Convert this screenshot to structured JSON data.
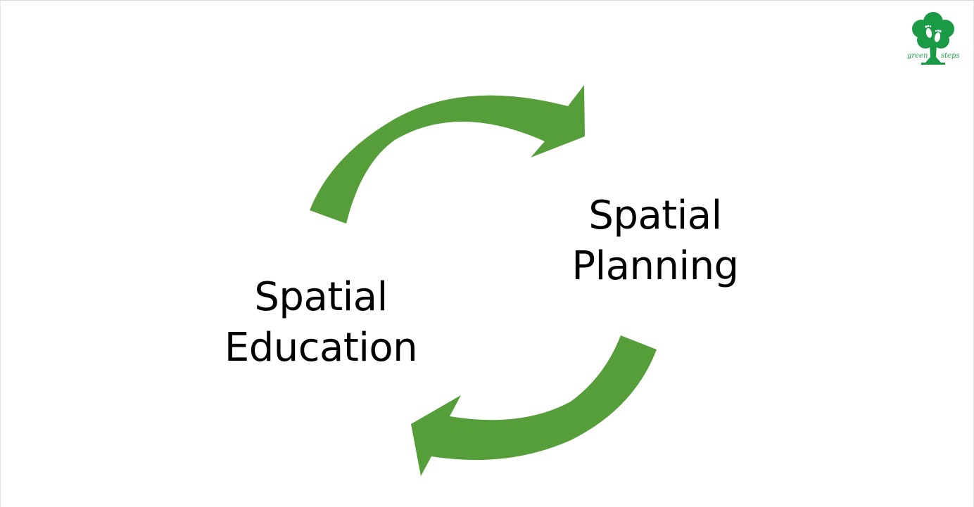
{
  "diagram": {
    "nodes": [
      {
        "id": "planning",
        "lines": [
          "Spatial",
          "Planning"
        ]
      },
      {
        "id": "education",
        "lines": [
          "Spatial",
          "Education"
        ]
      }
    ],
    "edges": [
      {
        "from": "education",
        "to": "planning"
      },
      {
        "from": "planning",
        "to": "education"
      }
    ],
    "arrow_color": "#559e3a"
  },
  "logo": {
    "text_left": "green",
    "text_right": "steps",
    "color": "#1a9a45"
  }
}
